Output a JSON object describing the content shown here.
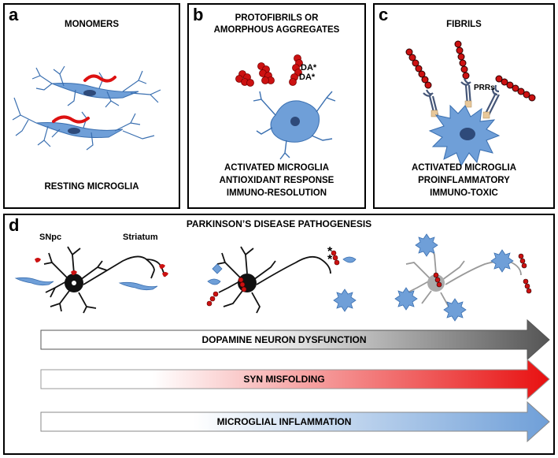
{
  "panels": {
    "a": {
      "letter": "a",
      "top_label": "MONOMERS",
      "bottom_label": "RESTING MICROGLIA"
    },
    "b": {
      "letter": "b",
      "top_line1": "PROTOFIBRILS OR",
      "top_line2": "AMORPHOUS AGGREGATES",
      "da_label_1": "DA*",
      "da_label_2": "DA*",
      "bottom_line1": "ACTIVATED MICROGLIA",
      "bottom_line2": "ANTIOXIDANT RESPONSE",
      "bottom_line3": "IMMUNO-RESOLUTION"
    },
    "c": {
      "letter": "c",
      "top_label": "FIBRILS",
      "prr_label": "PRRs",
      "bottom_line1": "ACTIVATED MICROGLIA",
      "bottom_line2": "PROINFLAMMATORY",
      "bottom_line3": "IMMUNO-TOXIC"
    },
    "d": {
      "letter": "d",
      "title": "PARKINSON’S DISEASE PATHOGENESIS",
      "snpc_label": "SNpc",
      "striatum_label": "Striatum",
      "asterisks": "*\n*"
    }
  },
  "arrows": [
    {
      "label": "DOPAMINE NEURON DYSFUNCTION",
      "color": "#555555"
    },
    {
      "label": "SYN MISFOLDING",
      "color": "#e81010"
    },
    {
      "label": "MICROGLIAL INFLAMMATION",
      "color": "#6f9fd8"
    }
  ],
  "colors": {
    "microglia": "#6f9fd8",
    "synuclein": "#cc1111",
    "neuron": "#111111",
    "neuron_degenerating": "#999999"
  }
}
